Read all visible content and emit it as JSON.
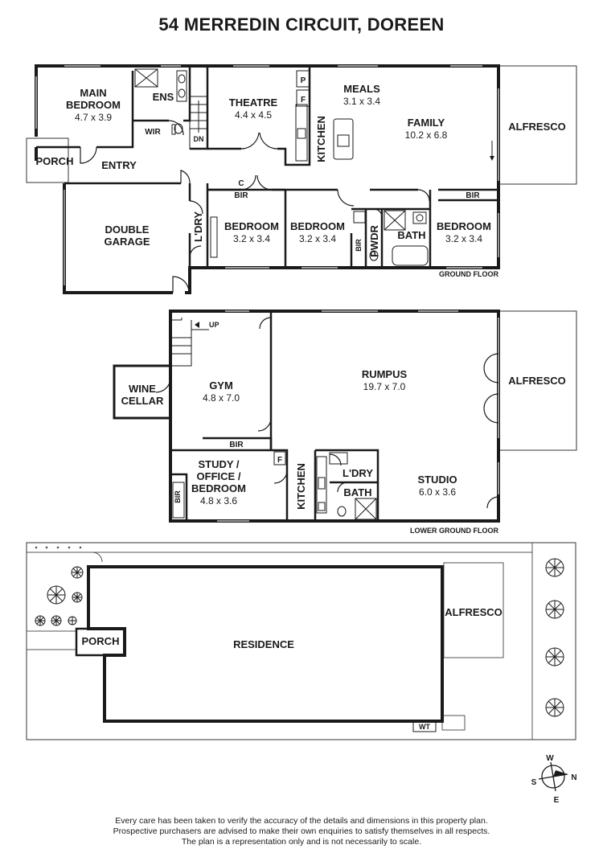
{
  "title": "54 MERREDIN CIRCUIT, DOREEN",
  "ground_floor": {
    "label": "GROUND FLOOR",
    "main_bedroom": {
      "name": "MAIN BEDROOM",
      "name_l1": "MAIN",
      "name_l2": "BEDROOM",
      "dims": "4.7 x 3.9"
    },
    "ens": "ENS",
    "wir": "WIR",
    "dn": "DN",
    "theatre": {
      "name": "THEATRE",
      "dims": "4.4 x 4.5"
    },
    "pantry": "P",
    "fridge": "F",
    "kitchen": "KITCHEN",
    "meals": {
      "name": "MEALS",
      "dims": "3.1 x 3.4"
    },
    "family": {
      "name": "FAMILY",
      "dims": "10.2 x 6.8"
    },
    "alfresco": "ALFRESCO",
    "porch": "PORCH",
    "entry": "ENTRY",
    "double_garage": {
      "name_l1": "DOUBLE",
      "name_l2": "GARAGE"
    },
    "ldry": "L'DRY",
    "c": "C",
    "bir_1": "BIR",
    "bedroom_2": {
      "name": "BEDROOM",
      "dims": "3.2 x 3.4"
    },
    "bedroom_3": {
      "name": "BEDROOM",
      "dims": "3.2 x 3.4"
    },
    "bir_2": "BIR",
    "pwdr": "PWDR",
    "bath": "BATH",
    "bir_3": "BIR",
    "bedroom_4": {
      "name": "BEDROOM",
      "dims": "3.2 x 3.4"
    }
  },
  "lower_ground_floor": {
    "label": "LOWER GROUND FLOOR",
    "up": "UP",
    "wine_cellar": {
      "name_l1": "WINE",
      "name_l2": "CELLAR"
    },
    "gym": {
      "name": "GYM",
      "dims": "4.8 x 7.0"
    },
    "rumpus": {
      "name": "RUMPUS",
      "dims": "19.7 x 7.0"
    },
    "alfresco": "ALFRESCO",
    "bir_1": "BIR",
    "study": {
      "l1": "STUDY /",
      "l2": "OFFICE /",
      "l3": "BEDROOM",
      "dims": "4.8 x 3.6"
    },
    "bir_2": "BIR",
    "fridge": "F",
    "kitchen": "KITCHEN",
    "ldry": "L'DRY",
    "bath": "BATH",
    "studio": {
      "name": "STUDIO",
      "dims": "6.0 x 3.6"
    }
  },
  "site_plan": {
    "porch": "PORCH",
    "residence": "RESIDENCE",
    "alfresco": "ALFRESCO",
    "wt": "WT"
  },
  "compass": {
    "n": "N",
    "e": "E",
    "s": "S",
    "w": "W"
  },
  "disclaimer": [
    "Every care has been taken to verify the accuracy of the details and dimensions in this property plan.",
    "Prospective purchasers are advised to make their own enquiries to satisfy themselves in all respects.",
    "The plan is a representation only and is not necessarily to scale."
  ]
}
